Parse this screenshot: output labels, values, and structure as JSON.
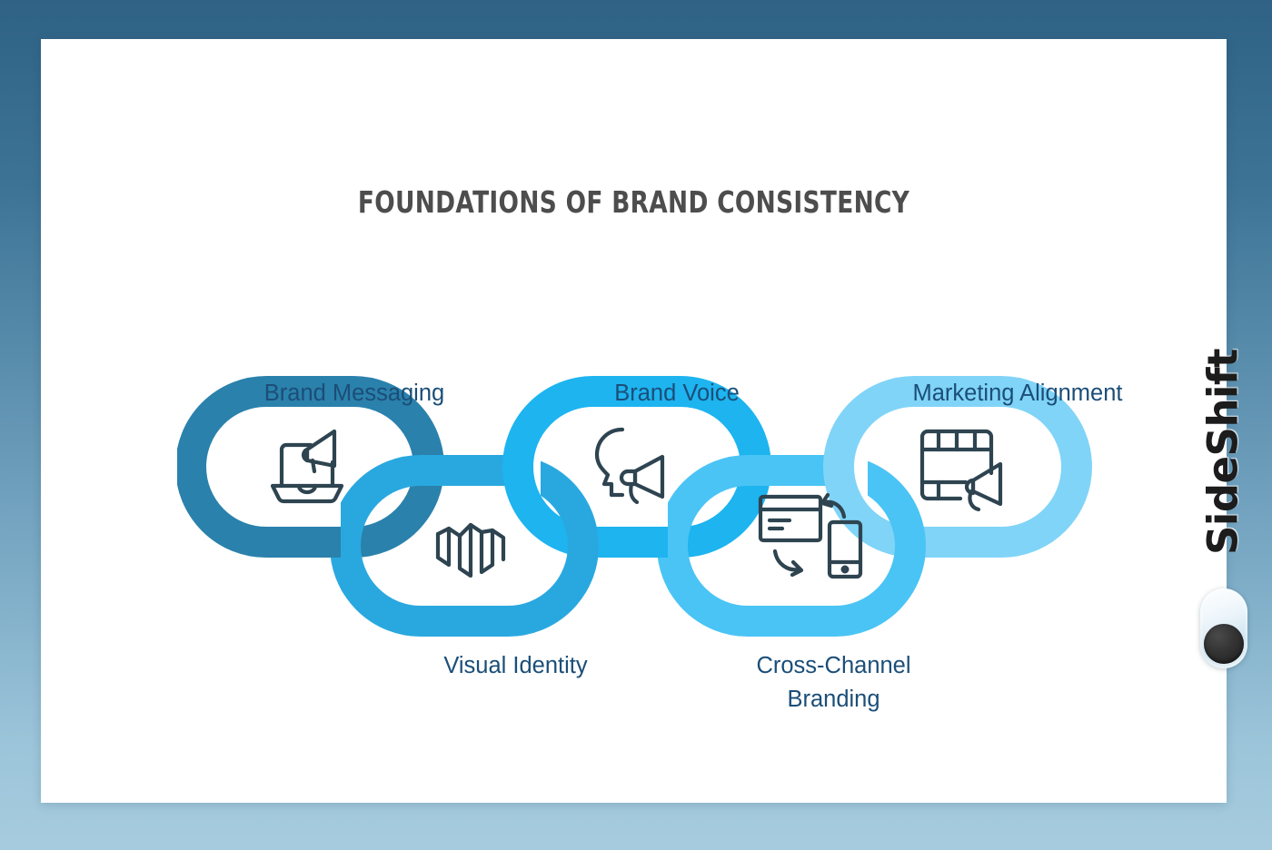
{
  "slide": {
    "title": "FOUNDATIONS OF BRAND CONSISTENCY",
    "background_top_color": "#2f6284",
    "background_bottom_color": "#a7cbde",
    "card_color": "#ffffff",
    "label_color": "#1b4e78",
    "title_color": "#4d4d4d",
    "icon_color": "#2e4450"
  },
  "brand": {
    "name": "SideShift",
    "mark": "toggle-switch-mark"
  },
  "chart_data": {
    "type": "diagram",
    "layout": "interlocking-horizontal-chain",
    "title": "FOUNDATIONS OF BRAND CONSISTENCY",
    "node_count": 5,
    "nodes": [
      {
        "index": 1,
        "label": "Brand Messaging",
        "label_position": "above",
        "color": "#2a81ac",
        "icon": "laptop-megaphone-icon",
        "vertical_offset": "up"
      },
      {
        "index": 2,
        "label": "Visual Identity",
        "label_position": "below",
        "color": "#29a8e0",
        "icon": "brand-waveform-logo-icon",
        "vertical_offset": "down"
      },
      {
        "index": 3,
        "label": "Brand Voice",
        "label_position": "above",
        "color": "#1db4f0",
        "icon": "speaking-head-megaphone-icon",
        "vertical_offset": "up"
      },
      {
        "index": 4,
        "label": "Cross-Channel\nBranding",
        "label_position": "below",
        "color": "#4ac4f5",
        "icon": "desktop-mobile-sync-icon",
        "vertical_offset": "down"
      },
      {
        "index": 5,
        "label": "Marketing Alignment",
        "label_position": "above",
        "color": "#80d4f7",
        "icon": "calendar-megaphone-icon",
        "vertical_offset": "up"
      }
    ]
  }
}
